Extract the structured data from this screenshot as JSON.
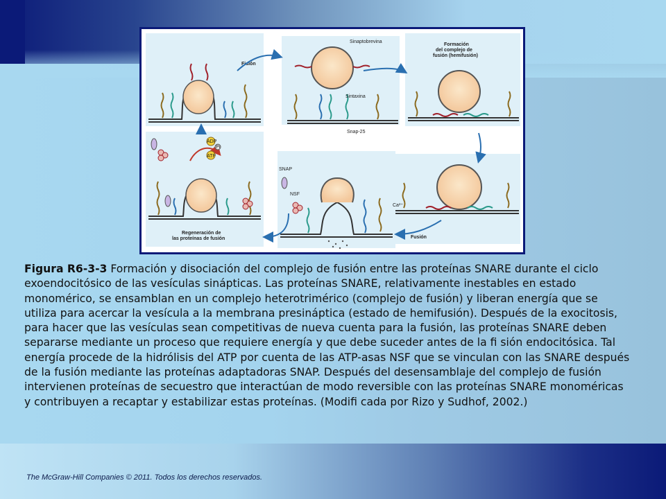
{
  "figure": {
    "labels": {
      "fision_top": "Fisión",
      "sinaptobrevina": "Sinaptobrevina",
      "sintaxina": "Sintaxina",
      "snap25": "Snap-25",
      "formacion_l1": "Formación",
      "formacion_l2": "del complejo de",
      "formacion_l3": "fusión (hemifusión)",
      "adp": "ADP",
      "pi": "Pi",
      "atp": "ATP",
      "snap": "SNAP",
      "nsf": "NSF",
      "ca": "Ca²⁺",
      "fusion_bottom": "Fusión",
      "regen_l1": "Regeneración de",
      "regen_l2": "las proteínas de fusión"
    }
  },
  "caption": {
    "title": "Figura R6-3-3",
    "text": " Formación y disociación del complejo de fusión entre las proteínas SNARE durante el ciclo exoendocitósico de las vesículas sinápticas. Las proteínas SNARE, relativamente inestables en estado monomérico, se ensamblan en un complejo heterotrimérico (complejo de fusión) y liberan energía que se utiliza para acercar la vesícula a la membrana presináptica (estado de hemifusión). Después de la exocitosis, para hacer que las vesículas sean competitivas de nueva cuenta para la fusión, las proteínas SNARE deben separarse mediante un proceso que requiere energía y que debe suceder antes de la fi sión endocitósica. Tal energía procede de la hidrólisis del ATP por cuenta de las ATP-asas NSF que se vinculan con las SNARE después de la fusión mediante las proteínas adaptadoras SNAP. Después del desensamblaje del complejo de fusión intervienen proteínas de secuestro que interactúan de modo reversible con las proteínas SNARE monoméricas y contribuyen a recaptar y estabilizar estas proteínas. (Modifi cada por Rizo y Sudhof, 2002.)"
  },
  "footer": {
    "copyright": "The McGraw-Hill  Companies © 2011.  Todos los derechos  reservados."
  }
}
